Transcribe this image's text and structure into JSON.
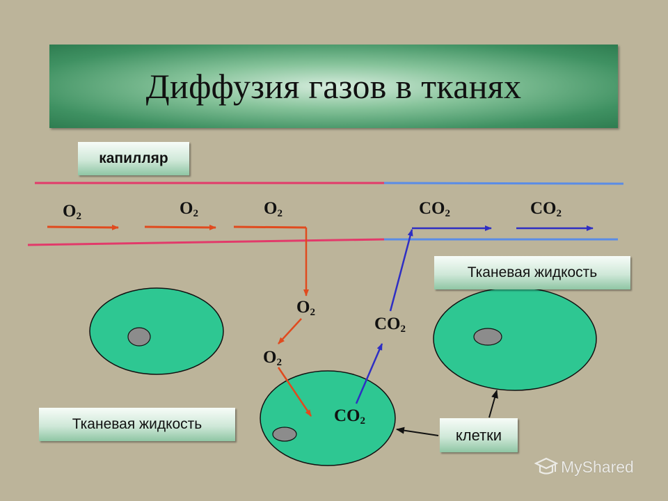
{
  "title": "Диффузия газов в тканях",
  "labels": {
    "capillary": "капилляр",
    "tissue_fluid_right": "Тканевая жидкость",
    "tissue_fluid_left": "Тканевая жидкость",
    "cells": "клетки"
  },
  "gases": {
    "o2_main": "O",
    "o2_sub": "2",
    "co2_main": "CO",
    "co2_sub": "2"
  },
  "watermark": "MyShared",
  "colors": {
    "background": "#bcb49a",
    "oxygen_line": "#e23a6a",
    "co2_line": "#5a8ce6",
    "oxygen_arrow": "#e04a1e",
    "co2_arrow": "#2e2ec4",
    "cell_fill": "#2ec792",
    "nucleus_fill": "#8c8c8c"
  }
}
